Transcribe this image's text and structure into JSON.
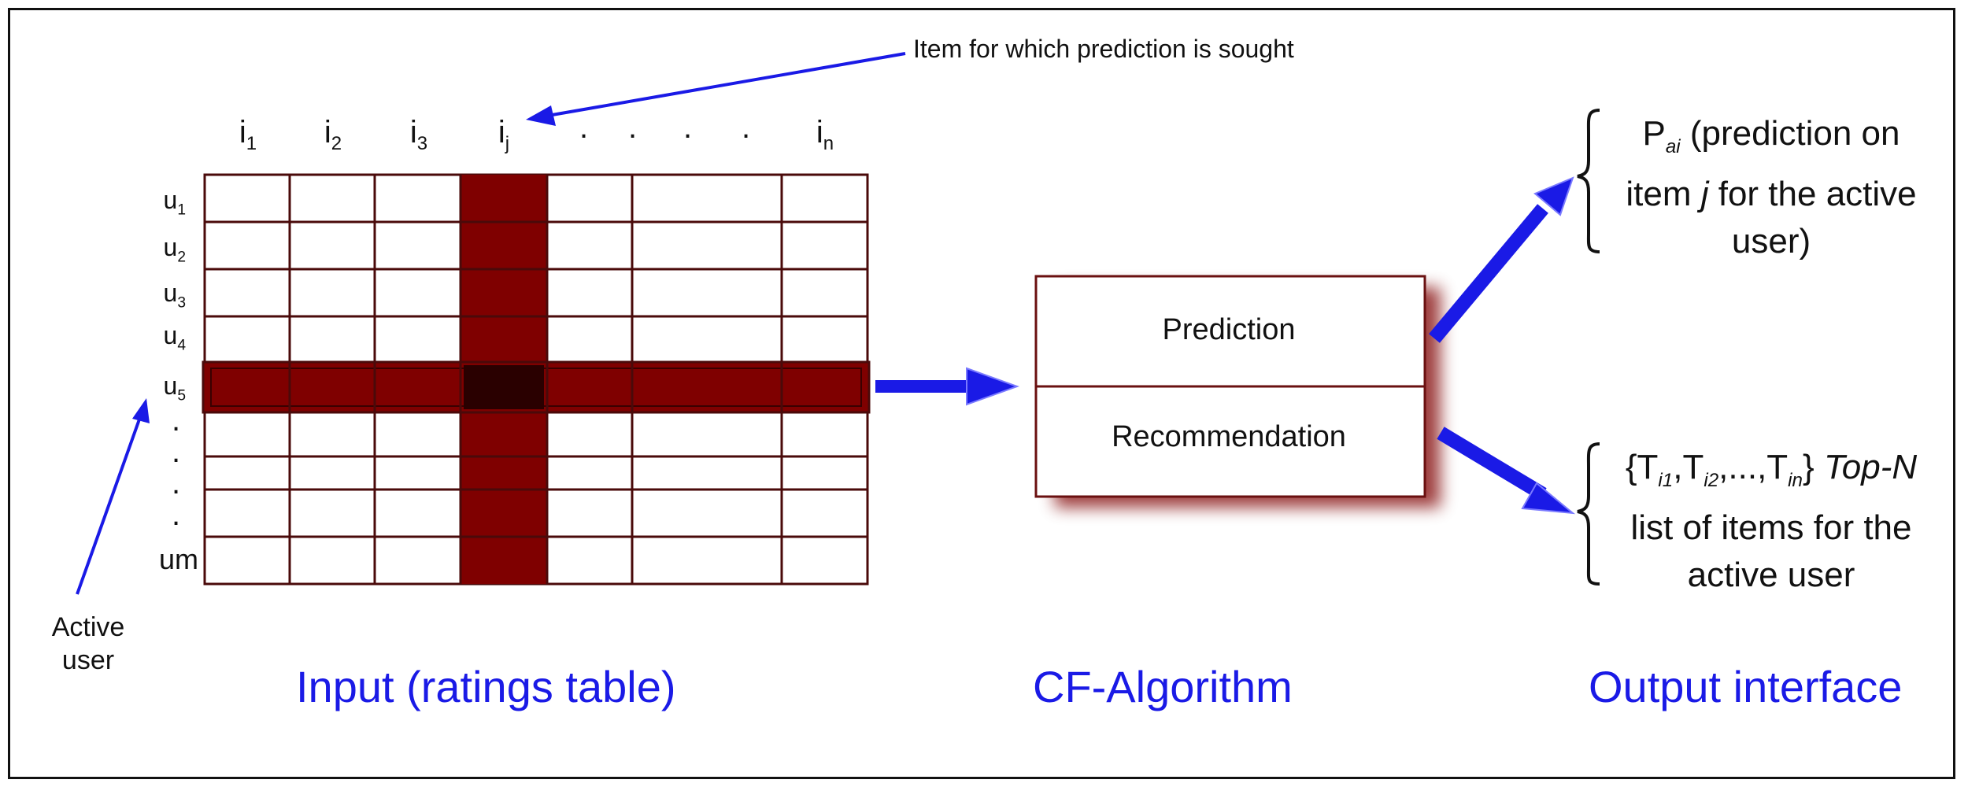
{
  "annotation": {
    "item_sought": "Item for which prediction is sought"
  },
  "matrix": {
    "columns": [
      {
        "base": "i",
        "sub": "1"
      },
      {
        "base": "i",
        "sub": "2"
      },
      {
        "base": "i",
        "sub": "3"
      },
      {
        "base": "i",
        "sub": "j"
      },
      {
        "base": "i",
        "sub": "n"
      }
    ],
    "col_dots": [
      ".",
      ".",
      ".",
      "."
    ],
    "rows": [
      {
        "base": "u",
        "sub": "1"
      },
      {
        "base": "u",
        "sub": "2"
      },
      {
        "base": "u",
        "sub": "3"
      },
      {
        "base": "u",
        "sub": "4"
      },
      {
        "base": "u",
        "sub": "5"
      },
      {
        "base": "u",
        "sub": "m"
      }
    ],
    "row_dots": [
      ".",
      ".",
      ".",
      "."
    ],
    "highlight_color": "#7f0000",
    "intersection_color": "#2a0000",
    "grid_color": "#4a0a0a"
  },
  "active_user": {
    "line1": "Active",
    "line2": "user"
  },
  "algorithm": {
    "top": "Prediction",
    "bottom": "Recommendation"
  },
  "outputs": {
    "prediction": {
      "p": "P",
      "sub": "ai",
      "line1_rest": " (prediction on",
      "line2_pre": "item ",
      "line2_var": "j",
      "line2_post": " for the active",
      "line3": "user)"
    },
    "topn": {
      "open": "{T",
      "s1": "i1",
      "t2": ",T",
      "s2": "i2",
      "t3": ",...,T",
      "s3": "in",
      "close": "}",
      "topn_label": "Top-N",
      "line2": "list of items for the",
      "line3": "active user"
    }
  },
  "sections": {
    "input": "Input (ratings table)",
    "algorithm": "CF-Algorithm",
    "output": "Output interface"
  },
  "colors": {
    "arrow": "#1a1ae6",
    "section_title": "#1a1ae6",
    "dark_red": "#7f0000"
  }
}
